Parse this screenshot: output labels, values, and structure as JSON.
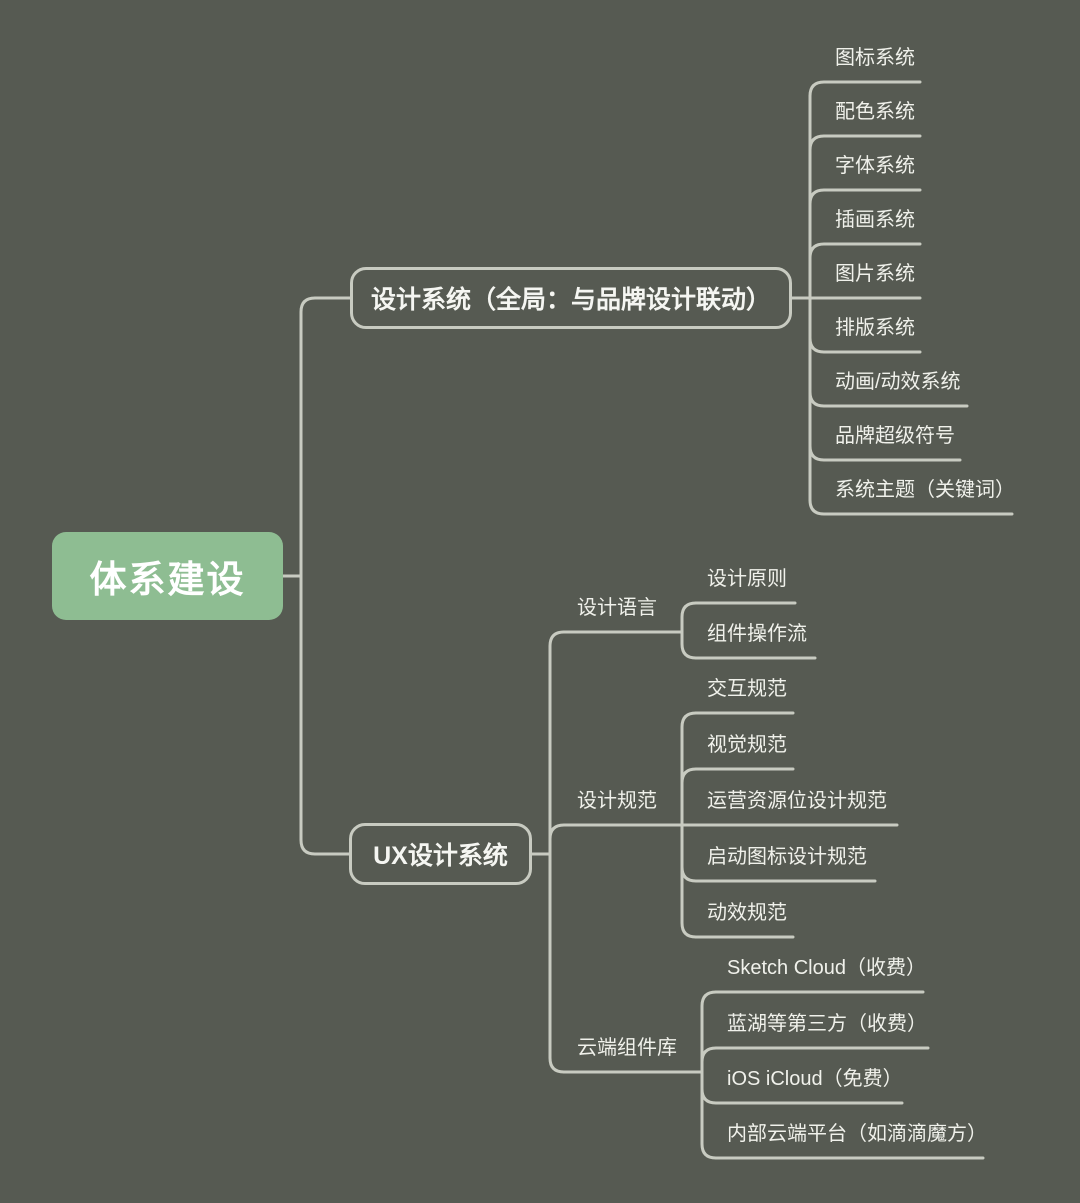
{
  "colors": {
    "background": "#565a52",
    "connector_line": "#c8cbc1",
    "root_fill": "#8ebd92",
    "root_text": "#ffffff",
    "topic_text": "#f0f1eb",
    "node_border": "#c8cbc1"
  },
  "root": {
    "label": "体系建设"
  },
  "design_system": {
    "label": "设计系统（全局：与品牌设计联动）",
    "children": [
      {
        "label": "图标系统"
      },
      {
        "label": "配色系统"
      },
      {
        "label": "字体系统"
      },
      {
        "label": "插画系统"
      },
      {
        "label": "图片系统"
      },
      {
        "label": "排版系统"
      },
      {
        "label": "动画/动效系统"
      },
      {
        "label": "品牌超级符号"
      },
      {
        "label": "系统主题（关键词）"
      }
    ]
  },
  "ux": {
    "label": "UX设计系统",
    "design_language": {
      "label": "设计语言",
      "children": [
        {
          "label": "设计原则"
        },
        {
          "label": "组件操作流"
        }
      ]
    },
    "design_spec": {
      "label": "设计规范",
      "children": [
        {
          "label": "交互规范"
        },
        {
          "label": "视觉规范"
        },
        {
          "label": "运营资源位设计规范"
        },
        {
          "label": "启动图标设计规范"
        },
        {
          "label": "动效规范"
        }
      ]
    },
    "cloud_library": {
      "label": "云端组件库",
      "children": [
        {
          "label": "Sketch Cloud（收费）"
        },
        {
          "label": "蓝湖等第三方（收费）"
        },
        {
          "label": "iOS iCloud（免费）"
        },
        {
          "label": "内部云端平台（如滴滴魔方）"
        }
      ]
    }
  }
}
